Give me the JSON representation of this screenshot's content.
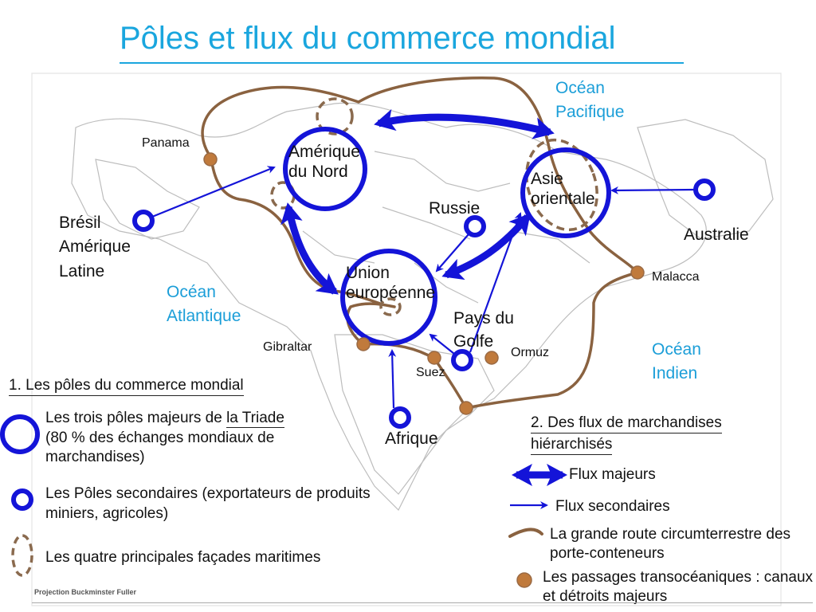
{
  "title": "Pôles et flux du commerce mondial",
  "colors": {
    "title": "#1aa6de",
    "ocean_label": "#1b9ed8",
    "pole": "#1414d8",
    "route": "#8a6240",
    "passage": "#c07a3c",
    "country_border": "#b8b8b8"
  },
  "map": {
    "poles_majeurs": [
      {
        "label_line1": "Amérique",
        "label_line2": "du Nord"
      },
      {
        "label_line1": "Asie",
        "label_line2": "orientale"
      },
      {
        "label_line1": "Union",
        "label_line2": "européenne"
      }
    ],
    "poles_secondaires": [
      {
        "label_line1": "Brésil",
        "label_line2": "Amérique",
        "label_line3": "Latine"
      },
      {
        "label": "Russie"
      },
      {
        "label": "Australie"
      },
      {
        "label_line1": "Pays du",
        "label_line2": "Golfe"
      },
      {
        "label": "Afrique"
      }
    ],
    "passages": [
      {
        "label": "Panama"
      },
      {
        "label": "Gibraltar"
      },
      {
        "label": "Suez"
      },
      {
        "label": "Ormuz"
      },
      {
        "label": "Malacca"
      }
    ],
    "oceans": [
      {
        "line1": "Océan",
        "line2": "Pacifique"
      },
      {
        "line1": "Océan",
        "line2": "Atlantique"
      },
      {
        "line1": "Océan",
        "line2": "Indien"
      }
    ],
    "projection": "Projection Buckminster Fuller"
  },
  "legend1": {
    "title": "1. Les pôles du commerce mondial",
    "items": [
      {
        "text_a": "Les trois pôles majeurs de ",
        "text_u": "la Triade",
        "text_b": "(80 % des échanges mondiaux de marchandises)",
        "icon": "large-blue-circle"
      },
      {
        "text": "Les Pôles secondaires (exportateurs de produits miniers, agricoles)",
        "icon": "small-blue-circle"
      },
      {
        "text": "Les quatre principales façades maritimes",
        "icon": "dashed-brown-ellipse"
      }
    ]
  },
  "legend2": {
    "title_line1": "2. Des flux de marchandises",
    "title_line2": "hiérarchisés",
    "items": [
      {
        "text": "Flux majeurs",
        "icon": "thick-double-arrow"
      },
      {
        "text": "Flux secondaires",
        "icon": "thin-arrow"
      },
      {
        "text": "La grande route circumterrestre des porte-conteneurs",
        "icon": "brown-curve"
      },
      {
        "text": "Les passages transocéaniques : canaux et détroits majeurs",
        "icon": "brown-dot"
      }
    ]
  }
}
